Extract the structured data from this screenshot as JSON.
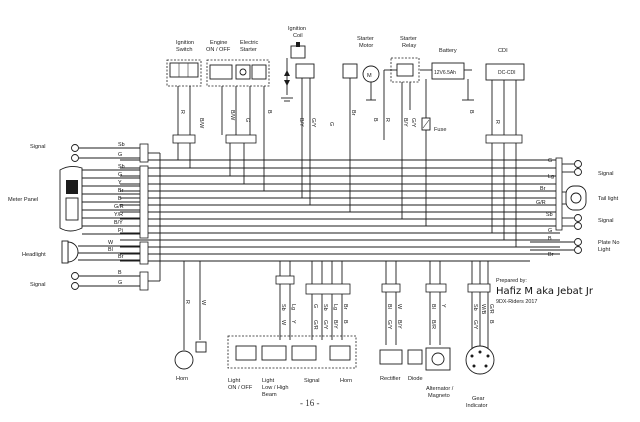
{
  "components": {
    "ignition_switch": "Ignition\nSwitch",
    "engine_switch": "Engine\nON / OFF",
    "electric_starter": "Electric\nStarter",
    "ignition_coil": "Ignition\nCoil",
    "starter_motor": "Starter\nMotor",
    "starter_relay": "Starter\nRelay",
    "battery": "Battery",
    "battery_label": "12V6.5Ah",
    "cdi": "CDI",
    "cdi_label": "DC-CDI",
    "fuse": "Fuse",
    "signal_left_top": "Signal",
    "meter_panel": "Meter Panel",
    "headlight": "Headlight",
    "signal_left_bottom": "Signal",
    "signal_right_top": "Signal",
    "tail_light": "Tail light",
    "signal_right_bottom": "Signal",
    "plate_light": "Plate No\nLight",
    "horn_left": "Horn",
    "light_switch": "Light\nON / OFF",
    "light_beam": "Light\nLow / High\nBeam",
    "signal_switch": "Signal",
    "horn_switch": "Horn",
    "rectifier": "Rectifier",
    "diode": "Diode",
    "alternator": "Alternator /\nMagneto",
    "gear_indicator": "Gear\nIndicator"
  },
  "credits": {
    "prepared_by": "Prepared by:",
    "author": "Hafiz M aka Jebat Jr",
    "group": "9DX-Riders 2017"
  },
  "page_number": "- 16 -",
  "wire_codes": {
    "top_drops": [
      "R",
      "B/W",
      "B/W",
      "G",
      "B",
      "B/Y",
      "G/Y",
      "G",
      "Br",
      "B",
      "R",
      "B/Y",
      "G/Y",
      "B",
      "R"
    ],
    "meter_panel": [
      "Sb",
      "G",
      "Y",
      "Br",
      "B",
      "G/R",
      "Y/R",
      "B/Y",
      "Pi"
    ],
    "left_signal_top": [
      "Sb",
      "G"
    ],
    "headlight": [
      "W",
      "Bl",
      "Br"
    ],
    "left_signal_bottom": [
      "B",
      "G"
    ],
    "right_signal_top": [
      "G",
      "Lg"
    ],
    "tail_light": [
      "Br",
      "G/R"
    ],
    "right_signal_bottom": [
      "Sb",
      "G"
    ],
    "plate_light": [
      "B",
      "Br"
    ],
    "bottom_drops": [
      "R",
      "W",
      "Sb",
      "Lg",
      "G",
      "Sb",
      "Lg",
      "Br",
      "Bl",
      "W",
      "Bl",
      "Y",
      "Sb",
      "W/B",
      "G/R",
      "W",
      "Y",
      "G/R",
      "G/Y",
      "B/Y",
      "B",
      "G/Y",
      "B/Y",
      "B/R",
      "G/Y",
      "B"
    ]
  }
}
